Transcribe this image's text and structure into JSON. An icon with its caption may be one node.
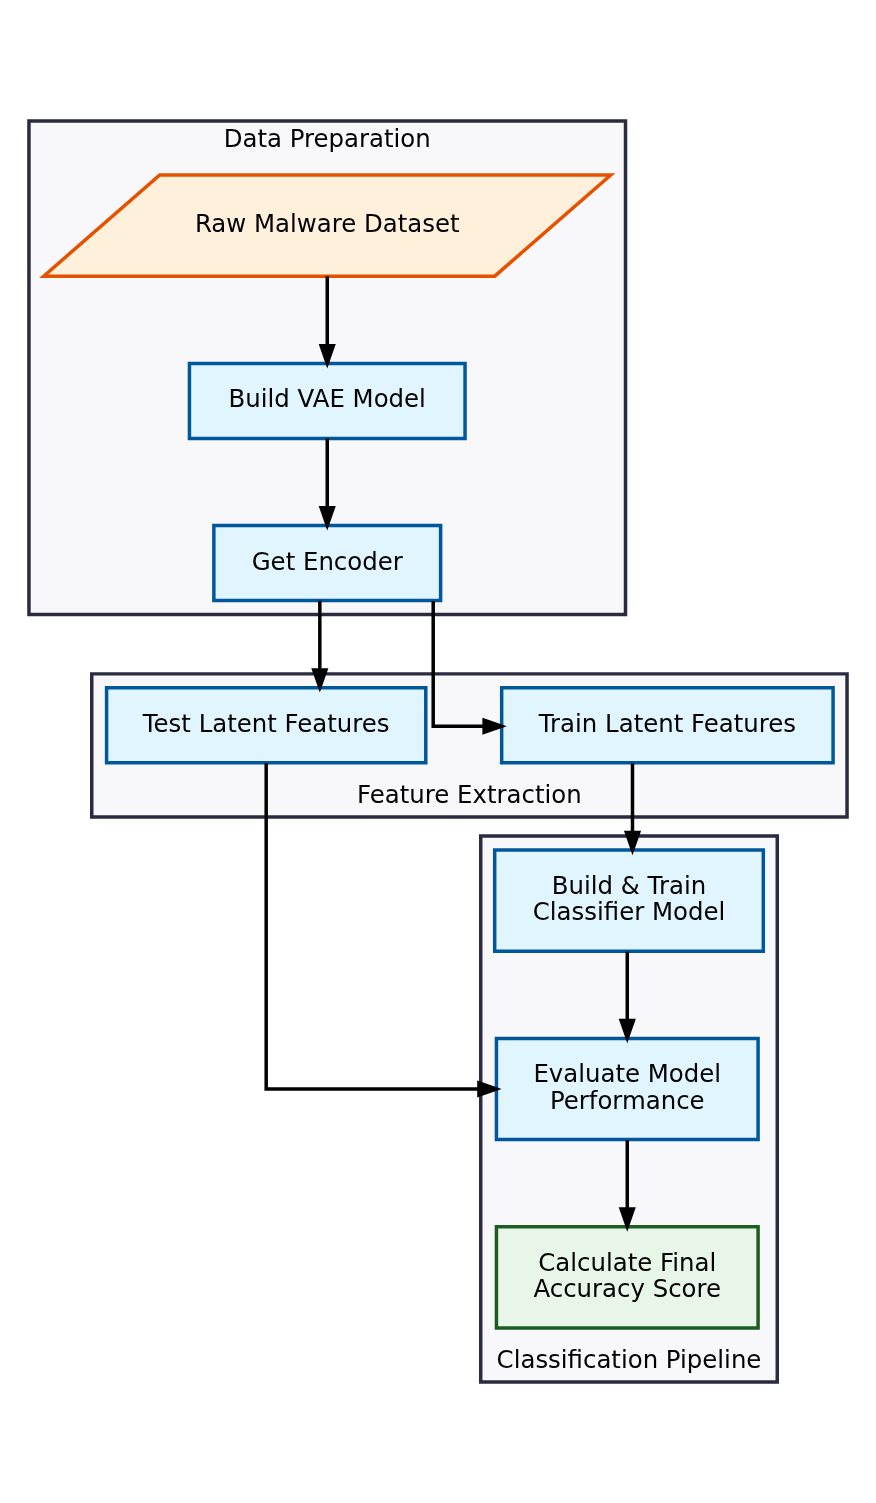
{
  "diagram": {
    "nodes": [
      {
        "text": [
          "Data Preparation"
        ]
      },
      {
        "text": [
          "Raw Malware Dataset"
        ],
        "in": 0
      },
      {
        "text": [
          "Build VAE Model"
        ],
        "in": 0
      },
      {
        "text": [
          "Get Encoder"
        ],
        "in": 0
      },
      {
        "text": [
          "Feature Extraction"
        ]
      },
      {
        "text": [
          "Test Latent Features"
        ],
        "in": 4
      },
      {
        "text": [
          "Train Latent Features"
        ],
        "in": 4
      },
      {
        "text": [
          "Classification Pipeline"
        ]
      },
      {
        "text": [
          "Build & Train Classifier Model"
        ],
        "in": 7
      },
      {
        "text": [
          "Evaluate Model Performance"
        ],
        "in": 7
      },
      {
        "text": [
          "Calculate Final Accuracy Score"
        ],
        "in": 7
      }
    ],
    "edges": [
      {
        "from": 1,
        "to": 2,
        "arrow": "to"
      },
      {
        "from": 2,
        "to": 3,
        "arrow": "to"
      },
      {
        "from": 3,
        "to": 5,
        "arrow": "to"
      },
      {
        "from": 3,
        "to": 6,
        "arrow": "to"
      },
      {
        "from": 6,
        "to": 8,
        "arrow": "to"
      },
      {
        "from": 5,
        "to": 9,
        "arrow": "to"
      },
      {
        "from": 8,
        "to": 9,
        "arrow": "to"
      },
      {
        "from": 9,
        "to": 10,
        "arrow": "to"
      }
    ]
  }
}
